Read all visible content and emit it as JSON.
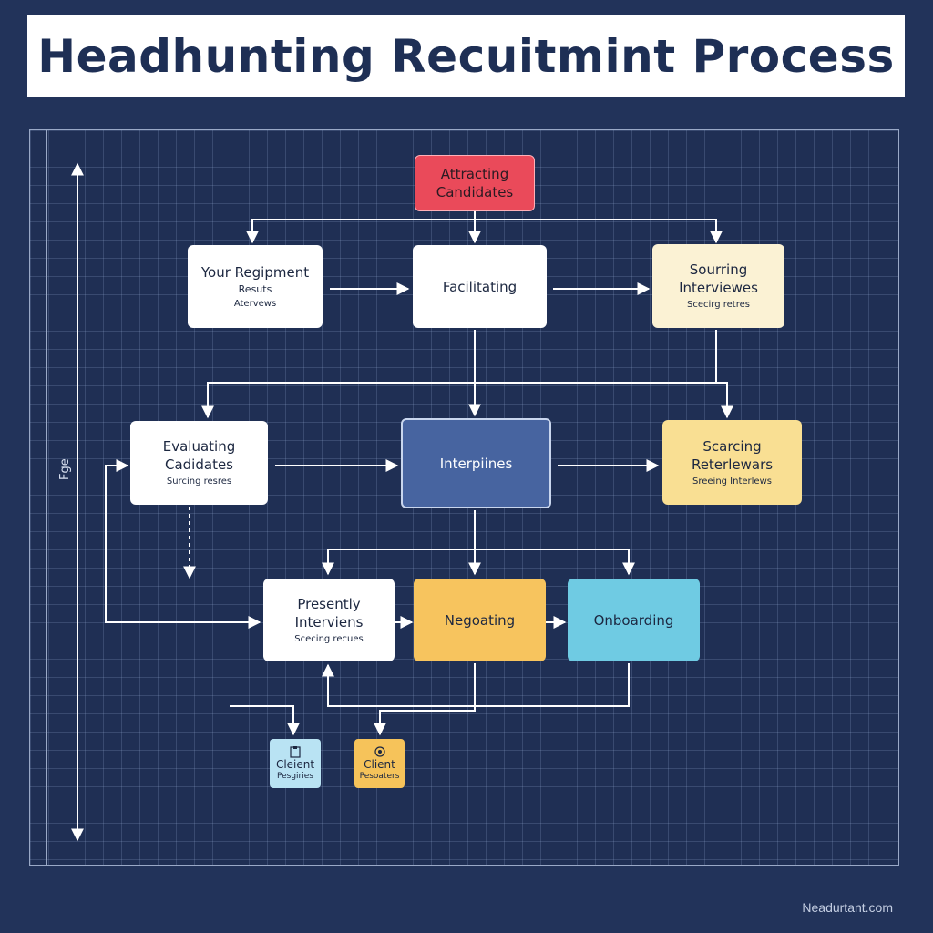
{
  "title": "Headhunting Recuitmint Process",
  "side_label": "Fge",
  "footer": "Neadurtant.com",
  "nodes": {
    "attracting": {
      "title": "Attracting\nCandidates",
      "color": "#ea4a5a"
    },
    "your_regipment": {
      "title": "Your Regipment",
      "line2": "Resuts",
      "sub": "Atervews"
    },
    "facilitating": {
      "title": "Facilitating"
    },
    "sourring": {
      "title": "Sourring\nInterviewes",
      "sub": "Scecirg retres",
      "color": "#fbf2d4"
    },
    "evaluating": {
      "title": "Evaluating\nCadidates",
      "sub": "Surcing resres"
    },
    "interpiines": {
      "title": "Interpiines",
      "color": "#4764a0"
    },
    "scarcing": {
      "title": "Scarcing\nReterlewars",
      "sub": "Sreeing Interlews",
      "color": "#f9df93"
    },
    "presently": {
      "title": "Presently\nInterviens",
      "sub": "Scecing recues"
    },
    "negoating": {
      "title": "Negoating",
      "color": "#f7c45e"
    },
    "onboarding": {
      "title": "Onboarding",
      "color": "#6fcbe3"
    },
    "client_blue": {
      "icon": "clipboard-icon",
      "title": "Cleient",
      "sub": "Pesgiries",
      "color": "#b9e3f3"
    },
    "client_orange": {
      "icon": "badge-icon",
      "title": "Client",
      "sub": "Pesoaters",
      "color": "#f6c35a"
    }
  }
}
